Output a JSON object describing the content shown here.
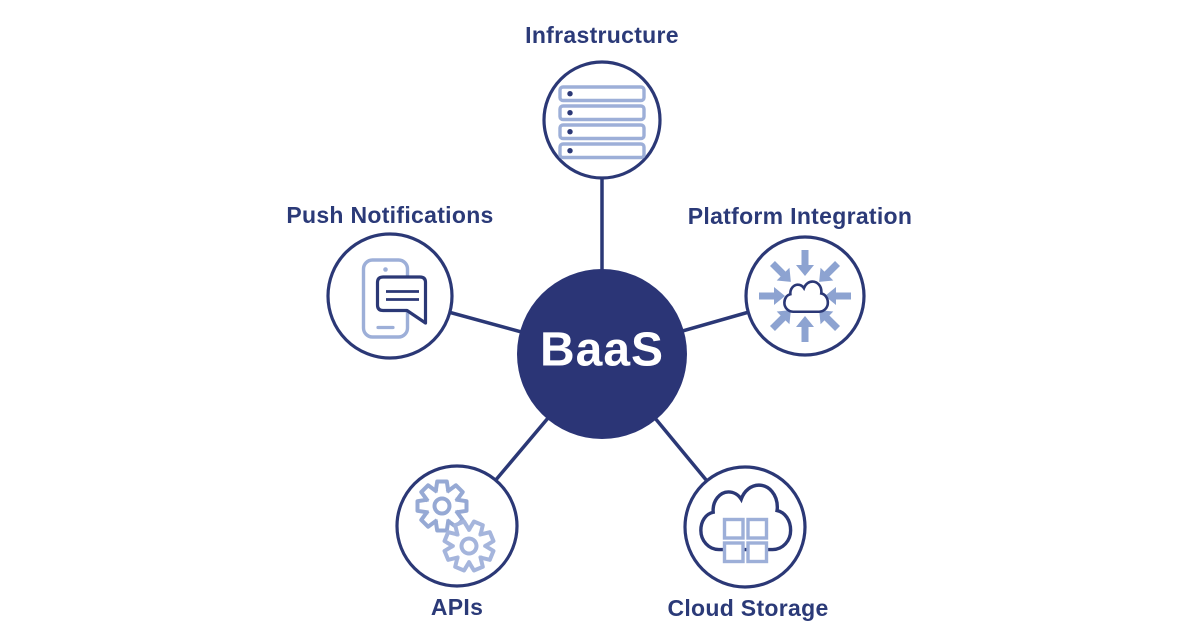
{
  "diagram": {
    "type": "hub-and-spoke",
    "center": {
      "label": "BaaS"
    },
    "nodes": [
      {
        "id": "infrastructure",
        "label": "Infrastructure",
        "icon": "server-rack-icon"
      },
      {
        "id": "push-notifications",
        "label": "Push Notifications",
        "icon": "smartphone-chat-icon"
      },
      {
        "id": "platform-integration",
        "label": "Platform Integration",
        "icon": "cloud-inward-arrows-icon"
      },
      {
        "id": "apis",
        "label": "APIs",
        "icon": "gears-icon"
      },
      {
        "id": "cloud-storage",
        "label": "Cloud Storage",
        "icon": "cloud-app-grid-icon"
      }
    ],
    "colors": {
      "navy": "#2b3876",
      "label_text": "#2b3a78",
      "icon_light_blue": "#9dafd8",
      "arrow_blue": "#8da3d1",
      "center_fill": "#2b3576",
      "center_text": "#ffffff",
      "background": "#ffffff"
    }
  }
}
